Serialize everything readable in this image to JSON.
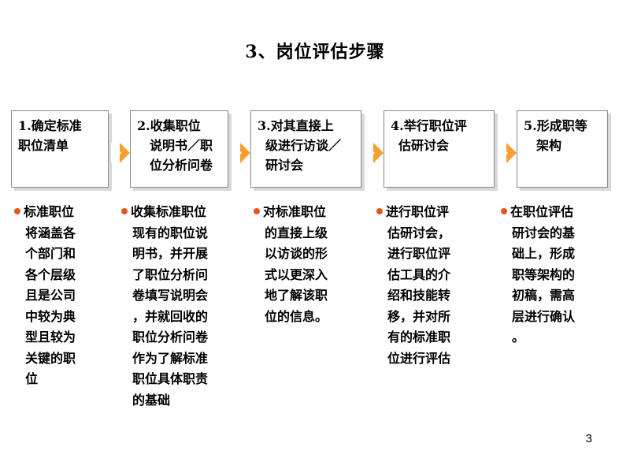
{
  "title": "3、岗位评估步骤",
  "steps": [
    {
      "label": "1.确定标准职位清单",
      "lines": [
        "1.确定标准",
        "职位清单"
      ]
    },
    {
      "label": "2.收集职位说明书／职位分析问卷",
      "lines": [
        "2.收集职位",
        "说明书／职",
        "位分析问卷"
      ]
    },
    {
      "label": "3.对其直接上级进行访谈／研讨会",
      "lines": [
        "3.对其直接上",
        "级进行访谈／",
        "研讨会"
      ]
    },
    {
      "label": "4.举行职位评估研讨会",
      "lines": [
        "4.举行职位评",
        "估研讨会"
      ]
    },
    {
      "label": "5.形成职等架构",
      "lines": [
        "5.形成职等",
        "架构"
      ]
    }
  ],
  "descriptions": [
    [
      "标准职位",
      "将涵盖各",
      "个部门和",
      "各个层级",
      "且是公司",
      "中较为典",
      "型且较为",
      "关键的职",
      "位"
    ],
    [
      "收集标准职位",
      "现有的职位说",
      "明书，并开展",
      "了职位分析问",
      "卷填写说明会",
      "，并就回收的",
      "职位分析问卷",
      "作为了解标准",
      "职位具体职责",
      "的基础"
    ],
    [
      "对标准职位",
      "的直接上级",
      "以访谈的形",
      "式以更深入",
      "地了解该职",
      "位的信息。"
    ],
    [
      "进行职位评",
      "估研讨会，",
      "进行职位评",
      "估工具的介",
      "绍和技能转",
      "移，并对所",
      "有的标准职",
      "位进行评估"
    ],
    [
      "在职位评估",
      "研讨会的基",
      "础上，形成",
      "职等架构的",
      "初稿，需高",
      "层进行确认",
      "。"
    ]
  ],
  "colors": {
    "arrow": "#f7a030",
    "bullet": "#e8541e"
  },
  "page_number": "3"
}
